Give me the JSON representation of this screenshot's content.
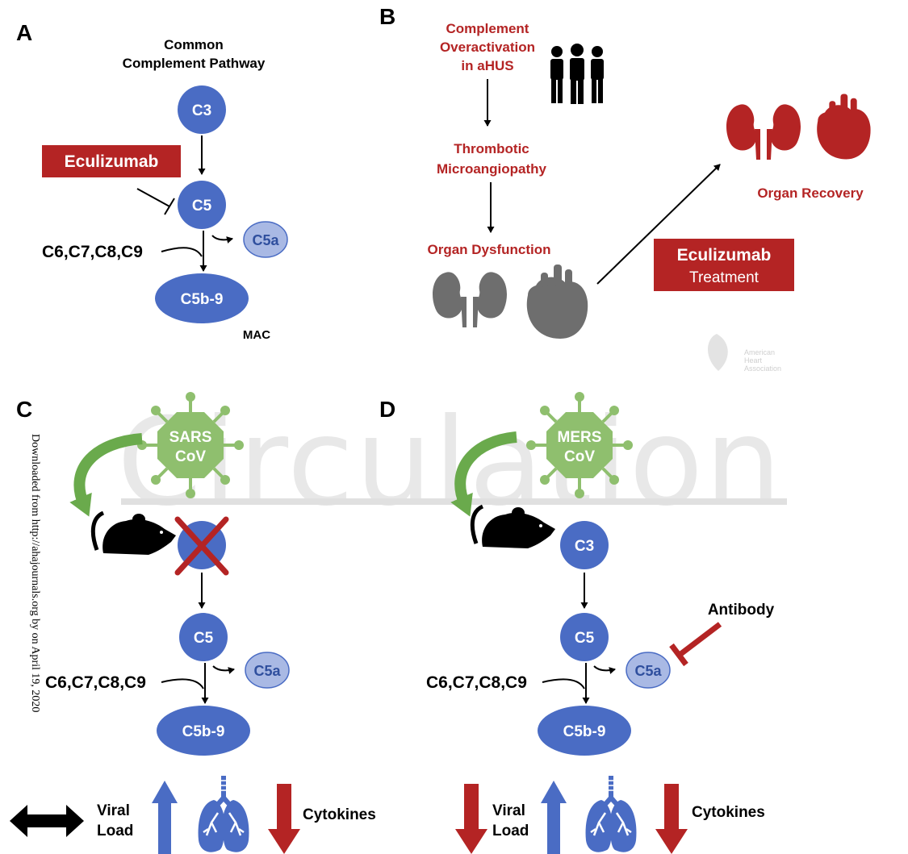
{
  "panels": {
    "a": "A",
    "b": "B",
    "c": "C",
    "d": "D"
  },
  "panel_a": {
    "title_line1": "Common",
    "title_line2": "Complement Pathway",
    "drug": "Eculizumab",
    "c3": "C3",
    "c5": "C5",
    "c5a": "C5a",
    "c6_c9": "C6,C7,C8,C9",
    "c5b9": "C5b-9",
    "mac": "MAC"
  },
  "panel_b": {
    "step1_line1": "Complement",
    "step1_line2": "Overactivation",
    "step1_line3": "in aHUS",
    "step2_line1": "Thrombotic",
    "step2_line2": "Microangiopathy",
    "step3": "Organ Dysfunction",
    "treatment_line1": "Eculizumab",
    "treatment_line2": "Treatment",
    "outcome": "Organ Recovery",
    "aha_line1": "American",
    "aha_line2": "Heart",
    "aha_line3": "Association"
  },
  "panel_c": {
    "virus_line1": "SARS",
    "virus_line2": "CoV",
    "c5": "C5",
    "c5a": "C5a",
    "c6_c9": "C6,C7,C8,C9",
    "c5b9": "C5b-9",
    "viral_load_line1": "Viral",
    "viral_load_line2": "Load",
    "cytokines": "Cytokines"
  },
  "panel_d": {
    "virus_line1": "MERS",
    "virus_line2": "CoV",
    "c3": "C3",
    "c5": "C5",
    "c5a": "C5a",
    "antibody": "Antibody",
    "c6_c9": "C6,C7,C8,C9",
    "c5b9": "C5b-9",
    "viral_load_line1": "Viral",
    "viral_load_line2": "Load",
    "cytokines": "Cytokines"
  },
  "watermark": "Circulation",
  "side_note": "Downloaded from http://ahajournals.org by on April 19, 2020",
  "colors": {
    "node_blue": "#4a6cc4",
    "node_light": "#a9b9e4",
    "accent_red": "#b42424",
    "organ_gray": "#6e6e6e",
    "virus_green": "#8fbf6e",
    "arrow_green": "#6aaa4c",
    "up_blue": "#4a6cc4"
  }
}
